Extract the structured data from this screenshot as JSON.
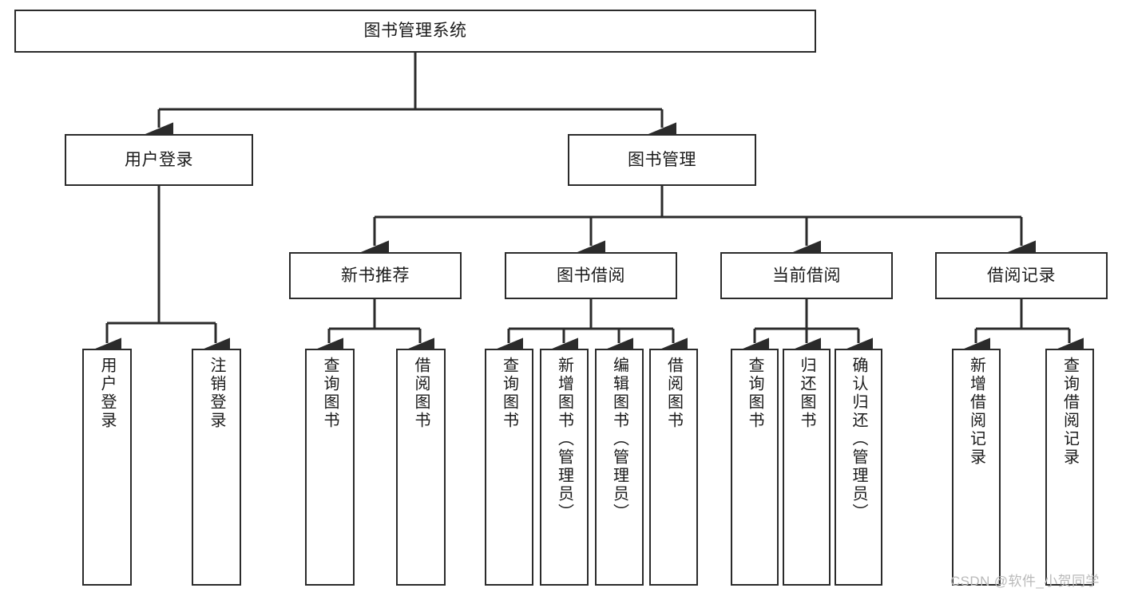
{
  "diagram": {
    "title": "图书管理系统",
    "type": "功能结构图",
    "stroke_color": "#2b2b2b",
    "text_color": "#1a1a1a",
    "background_color": "#ffffff",
    "watermark": "CSDN @软件_小贺同学",
    "watermark_color": "#b9b9b9"
  },
  "nodes": {
    "root": {
      "label": "图书管理系统"
    },
    "level2": [
      {
        "label": "用户登录"
      },
      {
        "label": "图书管理"
      }
    ],
    "level3": [
      {
        "label": "新书推荐"
      },
      {
        "label": "图书借阅"
      },
      {
        "label": "当前借阅"
      },
      {
        "label": "借阅记录"
      }
    ],
    "leaves_user_login": [
      {
        "label": "用户登录"
      },
      {
        "label": "注销登录"
      }
    ],
    "leaves_new_books": [
      {
        "label": "查询图书"
      },
      {
        "label": "借阅图书"
      }
    ],
    "leaves_borrow": [
      {
        "label": "查询图书"
      },
      {
        "label": "新增图书（管理员）"
      },
      {
        "label": "编辑图书（管理员）"
      },
      {
        "label": "借阅图书"
      }
    ],
    "leaves_current": [
      {
        "label": "查询图书"
      },
      {
        "label": "归还图书"
      },
      {
        "label": "确认归还（管理员）"
      }
    ],
    "leaves_records": [
      {
        "label": "新增借阅记录"
      },
      {
        "label": "查询借阅记录"
      }
    ]
  }
}
